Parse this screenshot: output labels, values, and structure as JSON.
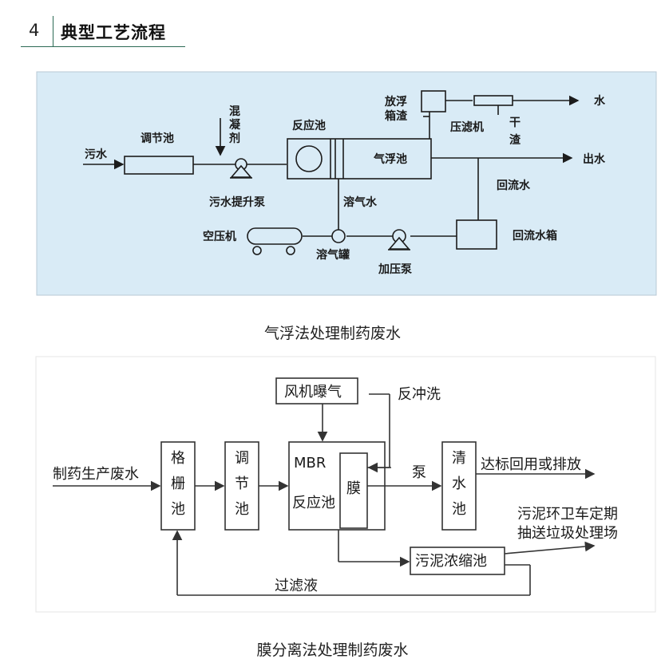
{
  "header": {
    "number": "4",
    "title": "典型工艺流程"
  },
  "diagram1": {
    "labels": {
      "wastewater": "污水",
      "adjust_tank": "调节池",
      "coagulant": [
        "混",
        "凝",
        "剂"
      ],
      "reaction_tank": "反应池",
      "flotation_tank": "气浮池",
      "scum": [
        "放浮",
        "箱渣"
      ],
      "filter_press": "压滤机",
      "dry_slag": [
        "干",
        "渣"
      ],
      "water": "水",
      "outflow": "出水",
      "return_water": "回流水",
      "lift_pump": "污水提升泵",
      "dissolved_air_water": "溶气水",
      "air_compressor": "空压机",
      "dissolved_air_tank": "溶气罐",
      "pressure_pump": "加压泵",
      "return_tank": "回流水箱"
    },
    "colors": {
      "background": "#d9ebf6",
      "line": "#1c1c1c"
    }
  },
  "caption1": "气浮法处理制药废水",
  "diagram2": {
    "labels": {
      "input": "制药生产废水",
      "grille_tank": [
        "格",
        "栅",
        "池"
      ],
      "adjust_tank": [
        "调",
        "节",
        "池"
      ],
      "mbr": "MBR",
      "reaction": "反应池",
      "membrane": "膜",
      "aeration": "风机曝气",
      "backwash": "反冲洗",
      "pump": "泵",
      "clear_tank": [
        "清",
        "水",
        "池"
      ],
      "discharge": "达标回用或排放",
      "sludge_tank": "污泥浓缩池",
      "sludge_transport_1": "污泥环卫车定期",
      "sludge_transport_2": "抽送垃圾处理场",
      "filtrate": "过滤液"
    },
    "colors": {
      "line": "#333333"
    }
  },
  "caption2": "膜分离法处理制药废水"
}
